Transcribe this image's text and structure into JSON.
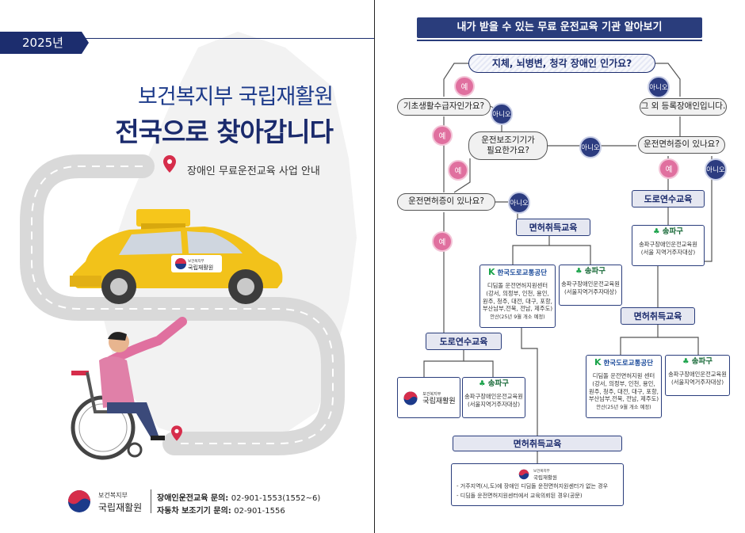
{
  "left": {
    "year": "2025년",
    "subtitle": "보건복지부 국립재활원",
    "title": "전국으로 찾아갑니다",
    "intro": "장애인 무료운전교육 사업 안내",
    "car_logo_line1": "보건복지부",
    "car_logo_line2": "국립재활원",
    "footer": {
      "org_line1": "보건복지부",
      "org_line2": "국립재활원",
      "contact1_label": "장애인운전교육 문의:",
      "contact1_value": "02-901-1553(1552~6)",
      "contact2_label": "자동차 보조기기 문의:",
      "contact2_value": "02-901-1556"
    }
  },
  "right": {
    "banner": "내가 받을 수 있는 무료 운전교육 기관 알아보기",
    "yes": "예",
    "no": "아니오",
    "q_main": "지체, 뇌병변, 청각 장애인 인가요?",
    "q_basic": "기초생활수급자인가요?",
    "q_assist": "운전보조기기가\n필요한가요?",
    "q_license_left": "운전면허증이 있나요?",
    "q_other": "그 외 등록장애인입니다.",
    "q_license_right": "운전면허증이 있나요?",
    "box_license_left": "면허취득교육",
    "box_road_right": "도로연수교육",
    "box_road_left": "도로연수교육",
    "box_license_right": "면허취득교육",
    "box_license_bottom": "면허취득교육",
    "kotsa_name": "한국도로교통공단",
    "songpa_name": "송파구",
    "rehab_line1": "보건복지부",
    "rehab_line2": "국립재활원",
    "kotsa_a": {
      "l1": "디딤돌 운전면허지원센터",
      "l2": "(강서, 의정부, 인천, 용인,",
      "l3": "원주, 청주, 대전, 대구, 포항,",
      "l4": "부산남부,전북, 전남, 제주도)",
      "l5": "안산(25년 9월 개소 예정)"
    },
    "songpa_a": {
      "l1": "송파구장애인운전교육원",
      "l2": "(서울지역거주자대상)"
    },
    "songpa_b": {
      "l1": "송파구장애인운전교육원",
      "l2": "(서울 지역거주자대상)"
    },
    "songpa_c": {
      "l1": "송파구장애인운전교육원",
      "l2": "(서울지역거주자대상)"
    },
    "kotsa_b": {
      "l1": "디딤돌 운전면허지원 센터",
      "l2": "(강서, 의정부, 인천, 용인,",
      "l3": "원주, 청주, 대전, 대구, 포항,",
      "l4": "부산남부,전북, 전남, 제주도)",
      "l5": "안산(25년 9월 개소 예정)"
    },
    "songpa_d": {
      "l1": "송파구장애인운전교육원",
      "l2": "(서울지역거주자대상)"
    },
    "bottom_box": {
      "line1": "- 거주지역(시,도)에 장애인 디딤돌 운전면허지원센터가 없는 경우",
      "line2": "- 디딤돌 운전면허지원센터에서 교육의뢰된 경우(공문)"
    }
  }
}
